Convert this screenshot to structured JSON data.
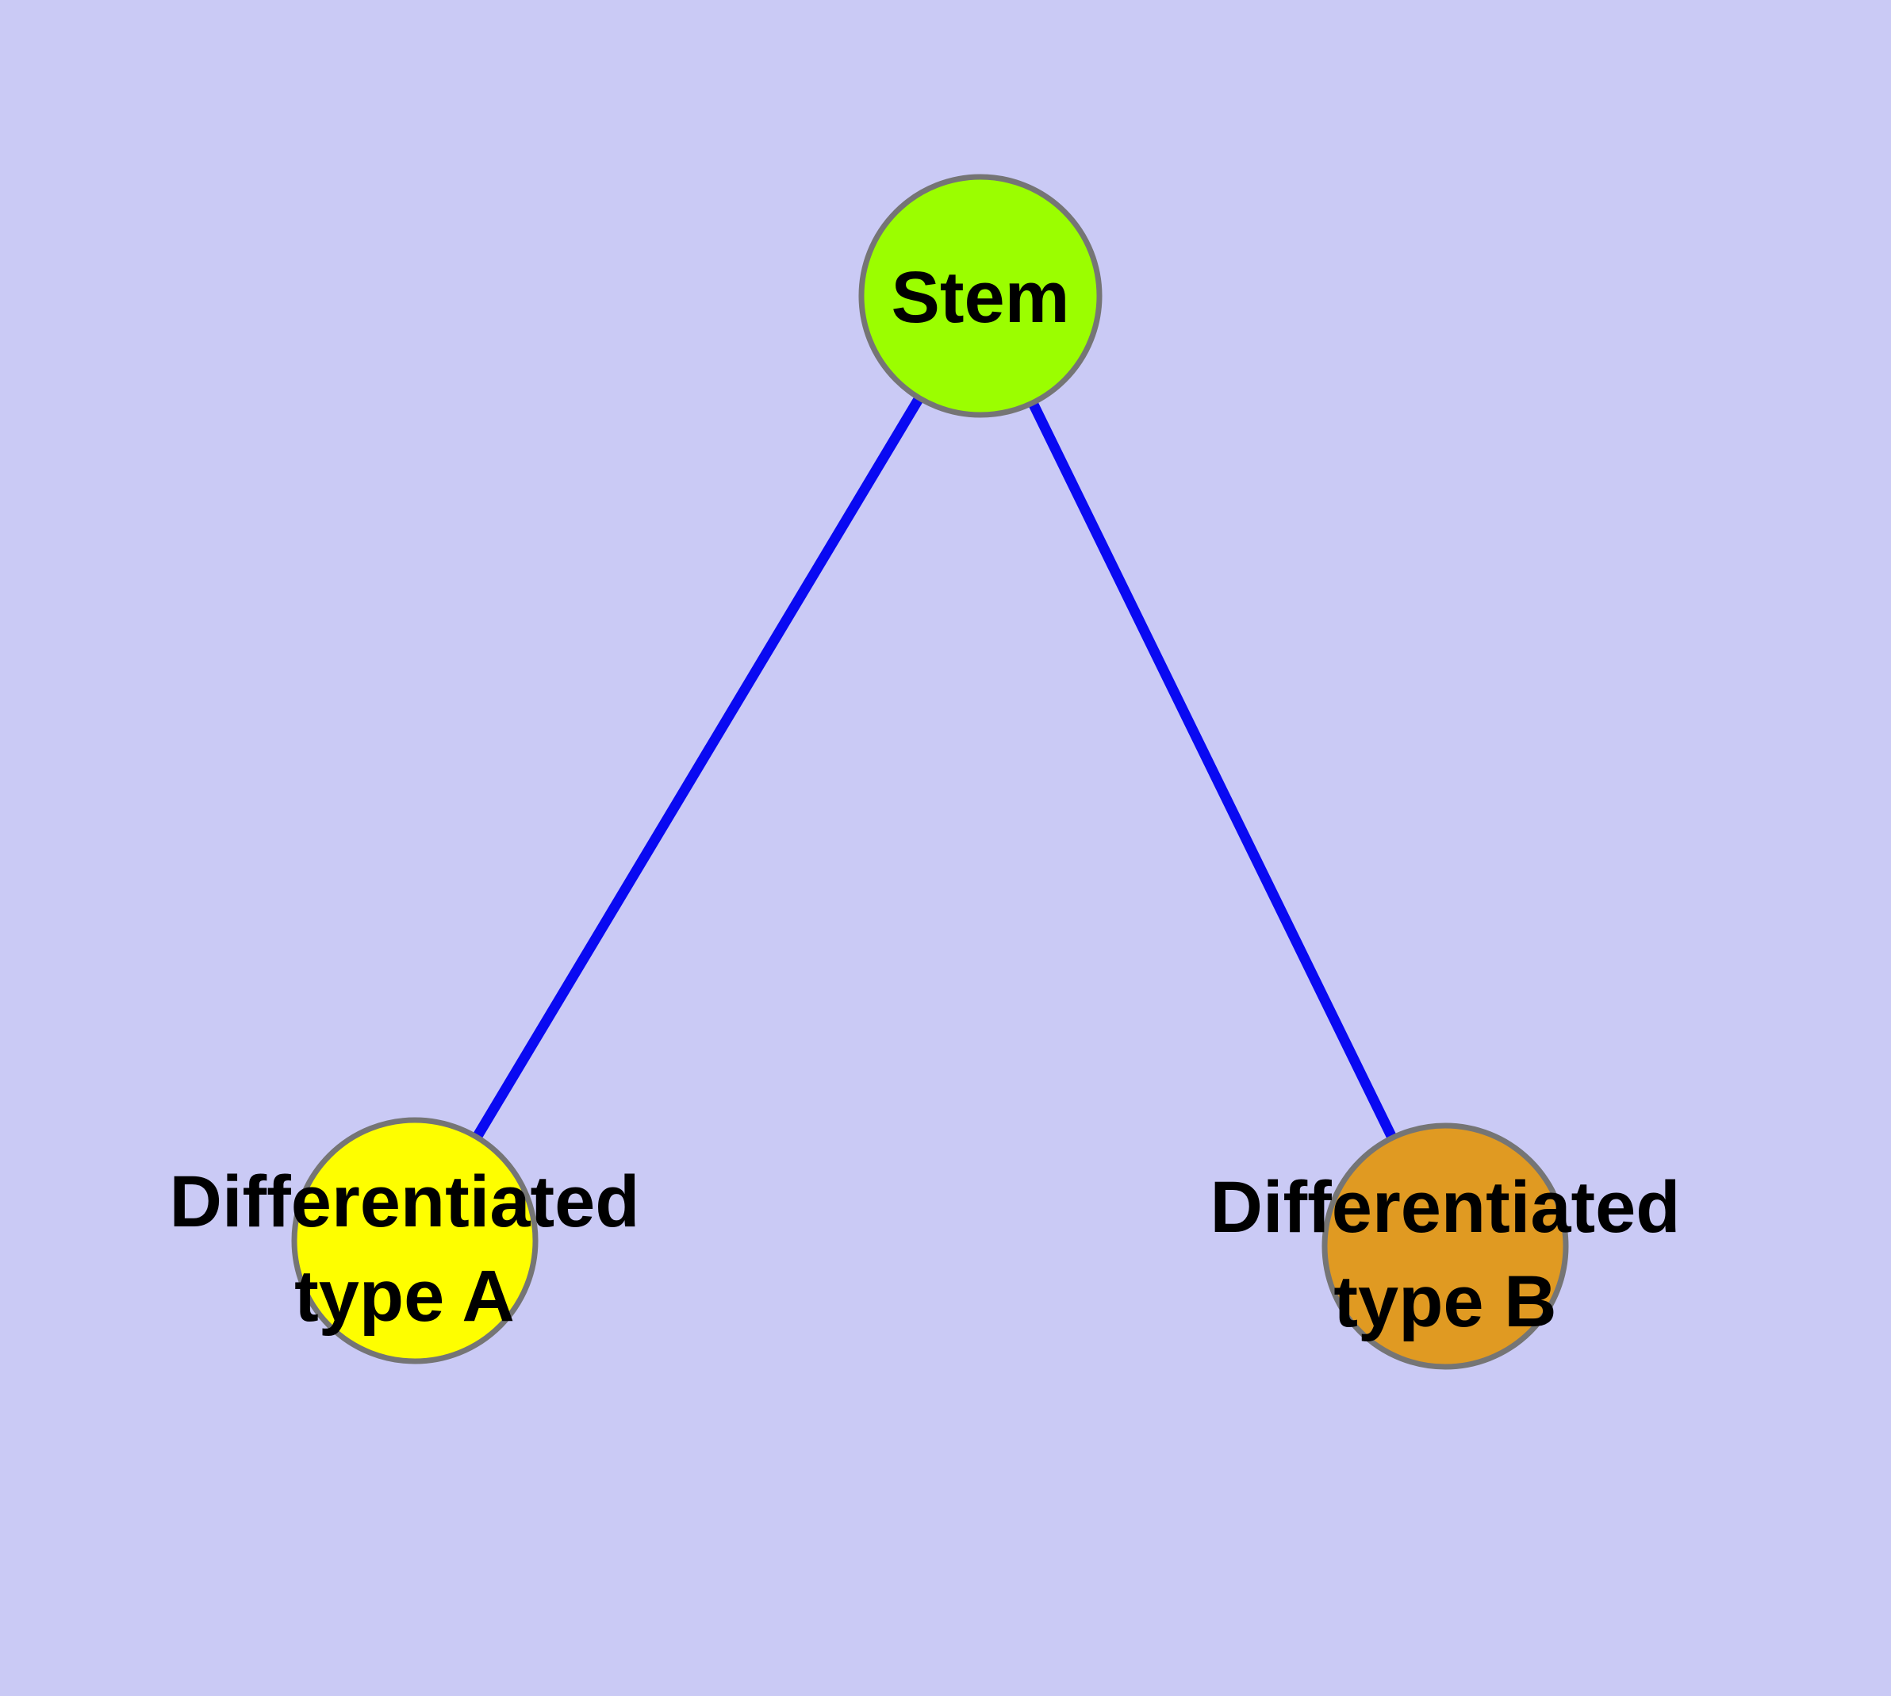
{
  "canvas": {
    "background_color": "#cacaf5",
    "edge_color": "#0909f2",
    "node_border_color": "#757575",
    "label_color": "#000000"
  },
  "nodes": [
    {
      "name": "stem",
      "label": "Stem",
      "fill_color": "#9bfe00"
    },
    {
      "name": "differentiated-type-a",
      "label_line1": "Differentiated",
      "label_line2": "type A",
      "fill_color": "#fefe00"
    },
    {
      "name": "differentiated-type-b",
      "label_line1": "Differentiated",
      "label_line2": "type B",
      "fill_color": "#e09a22"
    }
  ],
  "edges": [
    {
      "from": "Stem",
      "to": "Differentiated type A"
    },
    {
      "from": "Stem",
      "to": "Differentiated type B"
    }
  ]
}
